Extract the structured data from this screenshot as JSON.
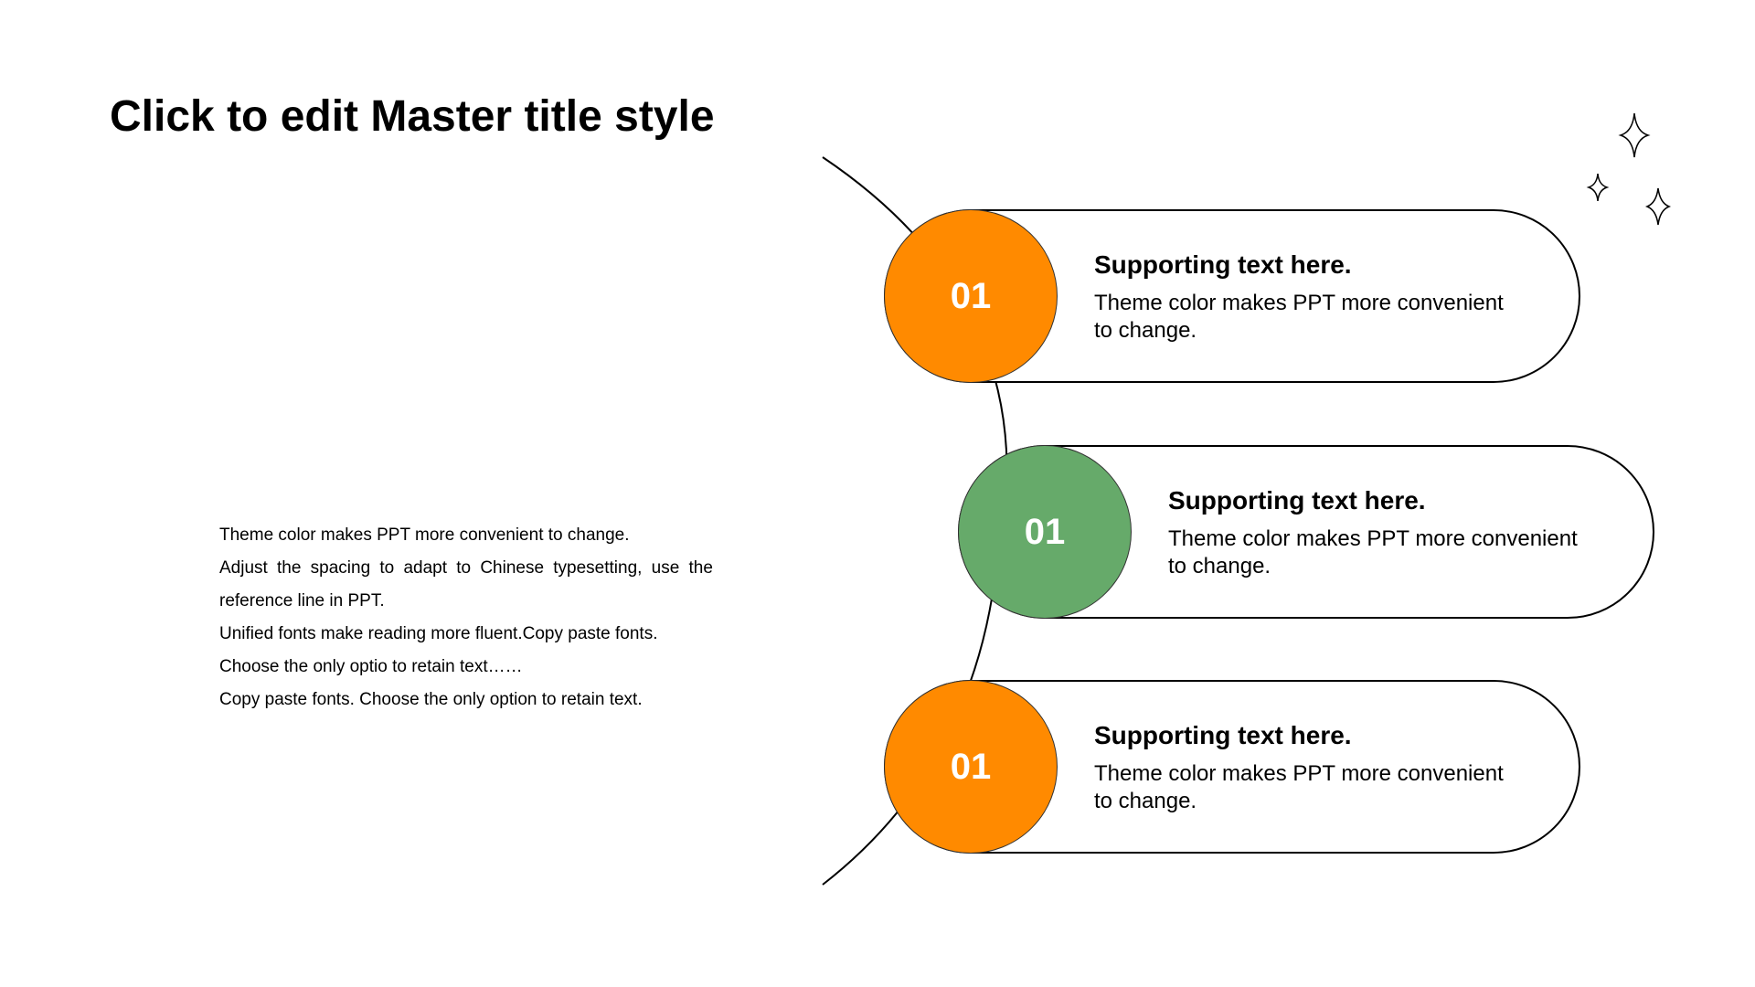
{
  "slide": {
    "title": "Click to edit Master title style",
    "body_lines": [
      "Theme  color makes PPT more convenient  to change.",
      "Adjust the spacing to adapt to Chinese typesetting, use the",
      "reference line in PPT.",
      "Unified  fonts make reading more fluent.Copy paste fonts.",
      "Choose the only optio to retain text……",
      "Copy paste  fonts. Choose the only option to retain text."
    ]
  },
  "steps": [
    {
      "number": "01",
      "heading": "Supporting text here.",
      "description": "Theme  color makes PPT more convenient to change.",
      "color": "#FF8A00"
    },
    {
      "number": "01",
      "heading": "Supporting text here.",
      "description": "Theme  color makes PPT more convenient to change.",
      "color": "#66AA6A"
    },
    {
      "number": "01",
      "heading": "Supporting text here.",
      "description": "Theme  color makes PPT more convenient to change.",
      "color": "#FF8A00"
    }
  ],
  "decorations": {
    "sparkle_icons": [
      "sparkle-icon",
      "sparkle-icon",
      "sparkle-icon"
    ],
    "line_color": "#000000"
  }
}
